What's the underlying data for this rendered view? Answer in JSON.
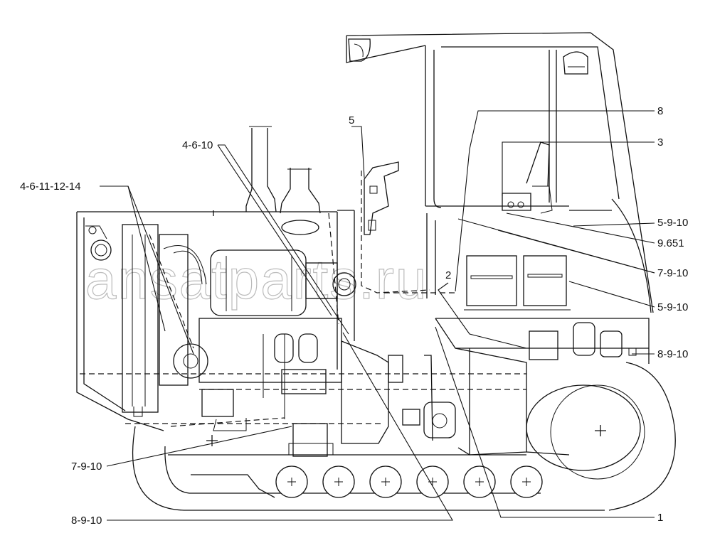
{
  "watermark": "ansatparts.ru",
  "callouts": [
    {
      "id": "c-4-6-10",
      "text": "4-6-10"
    },
    {
      "id": "c-4-6-11-12-14",
      "text": "4-6-11-12-14"
    },
    {
      "id": "c-5",
      "text": "5"
    },
    {
      "id": "c-8",
      "text": "8"
    },
    {
      "id": "c-3",
      "text": "3"
    },
    {
      "id": "c-5-9-10-a",
      "text": "5-9-10"
    },
    {
      "id": "c-9651",
      "text": "9.651"
    },
    {
      "id": "c-7-9-10-a",
      "text": "7-9-10"
    },
    {
      "id": "c-5-9-10-b",
      "text": "5-9-10"
    },
    {
      "id": "c-2",
      "text": "2"
    },
    {
      "id": "c-8-9-10-a",
      "text": "8-9-10"
    },
    {
      "id": "c-7-9-10-b",
      "text": "7-9-10"
    },
    {
      "id": "c-8-9-10-b",
      "text": "8-9-10"
    },
    {
      "id": "c-1",
      "text": "1"
    }
  ]
}
